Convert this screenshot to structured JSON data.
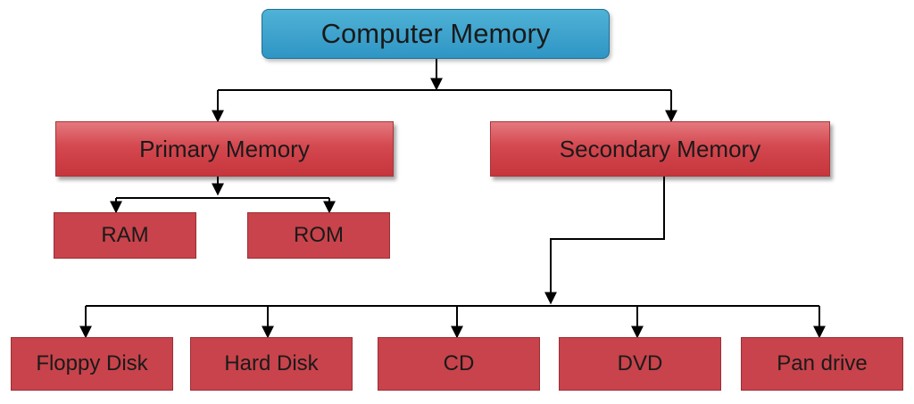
{
  "root": {
    "label": "Computer Memory"
  },
  "categories": {
    "primary": {
      "label": "Primary Memory",
      "children": [
        "RAM",
        "ROM"
      ]
    },
    "secondary": {
      "label": "Secondary Memory",
      "children": [
        "Floppy Disk",
        "Hard Disk",
        "CD",
        "DVD",
        "Pan drive"
      ]
    }
  },
  "colors": {
    "root_fill": "#3aa3cf",
    "category_fill": "#d4484f",
    "leaf_fill": "#c8434b",
    "connector": "#000000"
  }
}
